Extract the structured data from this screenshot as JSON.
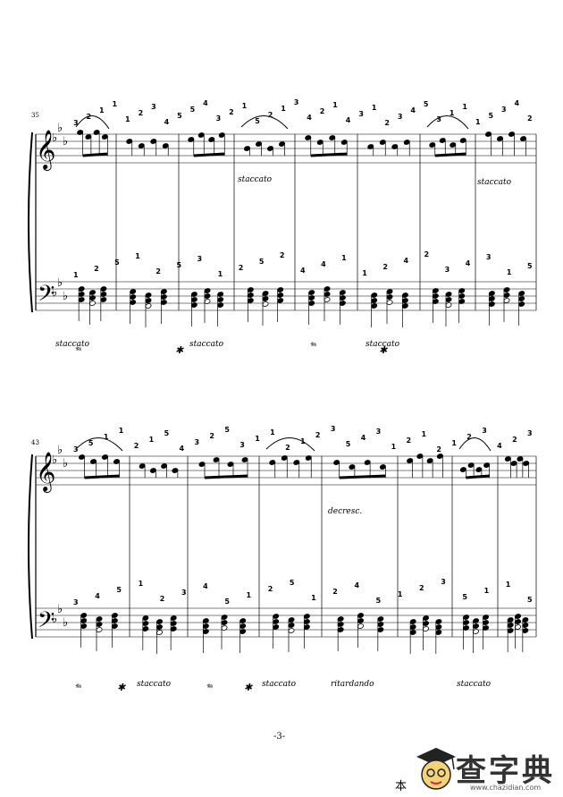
{
  "page": {
    "number_label": "-3-"
  },
  "systems": [
    {
      "measure_start": "35",
      "treble_fingerings": [
        "3",
        "2",
        "1",
        "1",
        "1",
        "2",
        "3",
        "4",
        "5",
        "5",
        "4",
        "3",
        "2",
        "1",
        "5",
        "2",
        "1",
        "3",
        "4",
        "2",
        "1",
        "4",
        "3",
        "1",
        "2",
        "3",
        "4",
        "5",
        "3",
        "1",
        "1",
        "1",
        "5",
        "3",
        "4",
        "2"
      ],
      "expressions": [
        {
          "id": "staccato-upper-1",
          "text": "staccato"
        },
        {
          "id": "staccato-upper-2",
          "text": "staccato"
        }
      ],
      "bass_fingerings": [
        "1",
        "2",
        "5",
        "1",
        "2",
        "5",
        "3",
        "1",
        "2",
        "5",
        "2",
        "4",
        "4",
        "1",
        "1",
        "2",
        "4",
        "2",
        "3",
        "4",
        "3",
        "1",
        "5"
      ],
      "bass_expressions": [
        {
          "id": "staccato-lower-1",
          "text": "staccato"
        },
        {
          "id": "staccato-lower-2",
          "text": "staccato"
        },
        {
          "id": "staccato-lower-3",
          "text": "staccato"
        }
      ]
    },
    {
      "measure_start": "43",
      "treble_fingerings": [
        "3",
        "5",
        "1",
        "1",
        "2",
        "1",
        "5",
        "4",
        "3",
        "2",
        "5",
        "3",
        "1",
        "1",
        "2",
        "1",
        "2",
        "3",
        "5",
        "4",
        "3",
        "1",
        "2",
        "1",
        "2",
        "1",
        "2",
        "3",
        "4",
        "2",
        "3"
      ],
      "expressions": [
        {
          "id": "decresc",
          "text": "decresc."
        }
      ],
      "bass_fingerings": [
        "3",
        "4",
        "5",
        "1",
        "2",
        "3",
        "4",
        "5",
        "1",
        "2",
        "5",
        "1",
        "2",
        "4",
        "5",
        "1",
        "2",
        "3",
        "5",
        "1",
        "1",
        "5"
      ],
      "bass_expressions": [
        {
          "id": "staccato-lower-4",
          "text": "staccato"
        },
        {
          "id": "staccato-lower-5",
          "text": "staccato"
        },
        {
          "id": "ritardando",
          "text": "ritardando"
        },
        {
          "id": "staccato-lower-6",
          "text": "staccato"
        }
      ]
    }
  ],
  "watermark": {
    "prefix": "本",
    "title": "查字典",
    "url": "www.chazidian.com"
  }
}
